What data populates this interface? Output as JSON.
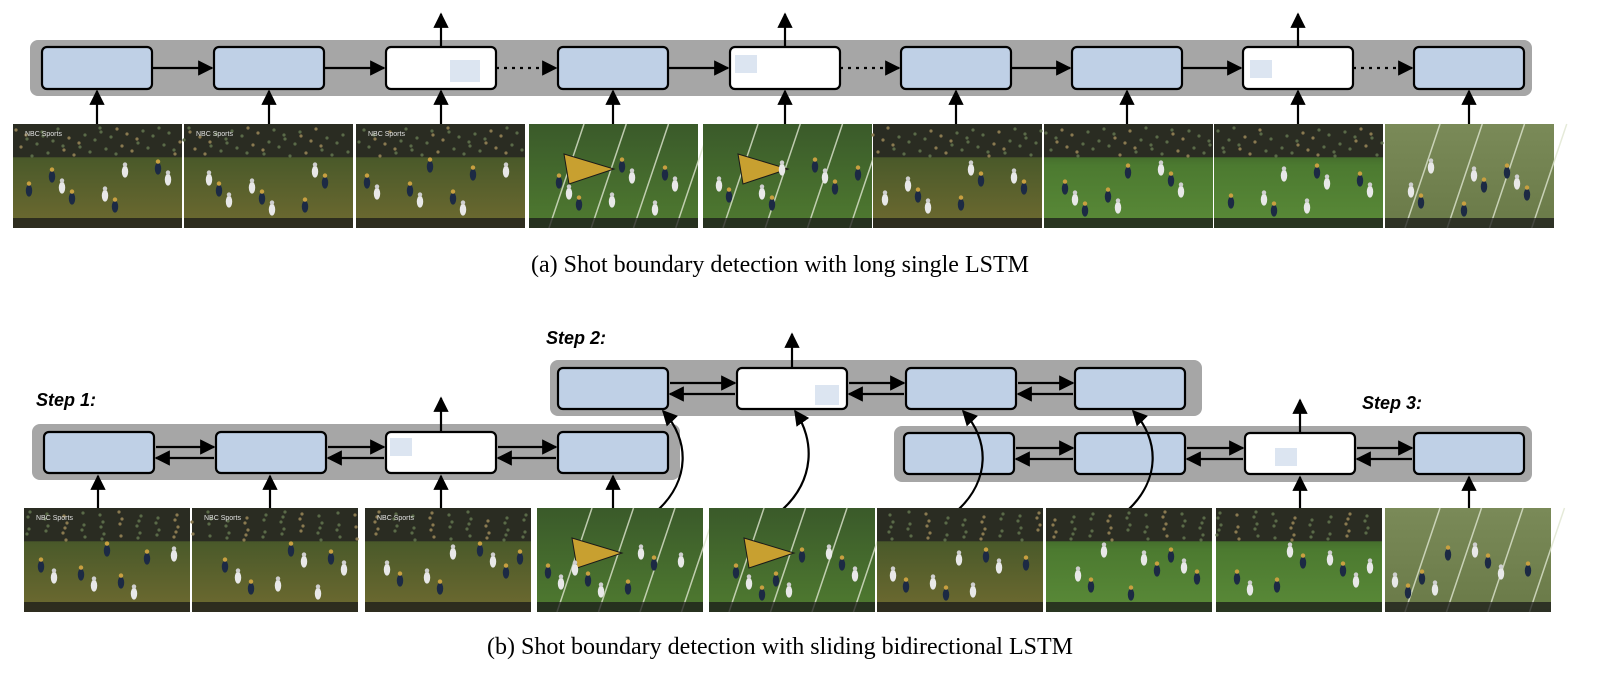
{
  "captions": {
    "a": "(a)  Shot boundary detection with long single LSTM",
    "b": "(b)  Shot boundary detection with sliding bidirectional LSTM"
  },
  "steps": {
    "step1": "Step 1:",
    "step2": "Step 2:",
    "step3": "Step 3:"
  },
  "frames": {
    "scene_labels": [
      "NBC Sports",
      "NBC Sports",
      "NBC Sports",
      "",
      "",
      "",
      "",
      "",
      ""
    ],
    "scene_types": [
      "crowd-field",
      "crowd-field",
      "crowd-field",
      "field-logo",
      "field-logo",
      "crowd-field",
      "field-play",
      "field-play",
      "field-lines"
    ]
  },
  "colors": {
    "lstm_cell": "#bfd0e6",
    "boundary_cell": "#ffffff",
    "band": "#a6a6a6"
  }
}
